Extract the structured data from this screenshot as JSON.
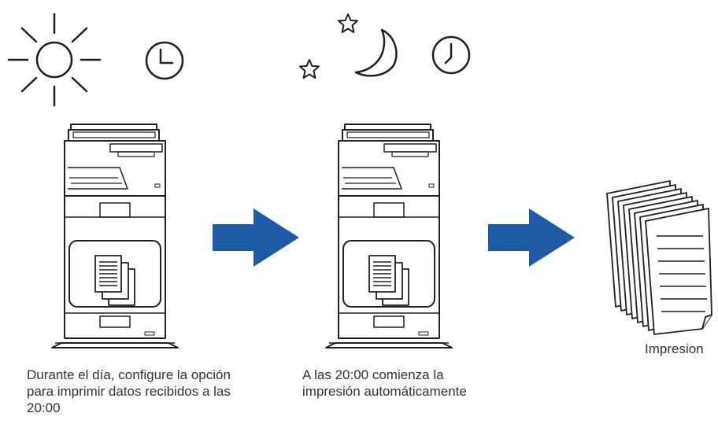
{
  "captions": {
    "day": "Durante el día, configure la opción para imprimir datos recibidos a las 20:00",
    "night": "A las 20:00 comienza la impresión automáticamente",
    "output": "Impresion"
  },
  "colors": {
    "arrow": "#1f5aa6",
    "line": "#231f20",
    "text": "#333333"
  },
  "icons": [
    "sun-icon",
    "clock-icon",
    "moon-icon",
    "star-icon",
    "printer-icon",
    "document-stack-icon",
    "printed-pages-icon",
    "arrow-right-icon"
  ]
}
